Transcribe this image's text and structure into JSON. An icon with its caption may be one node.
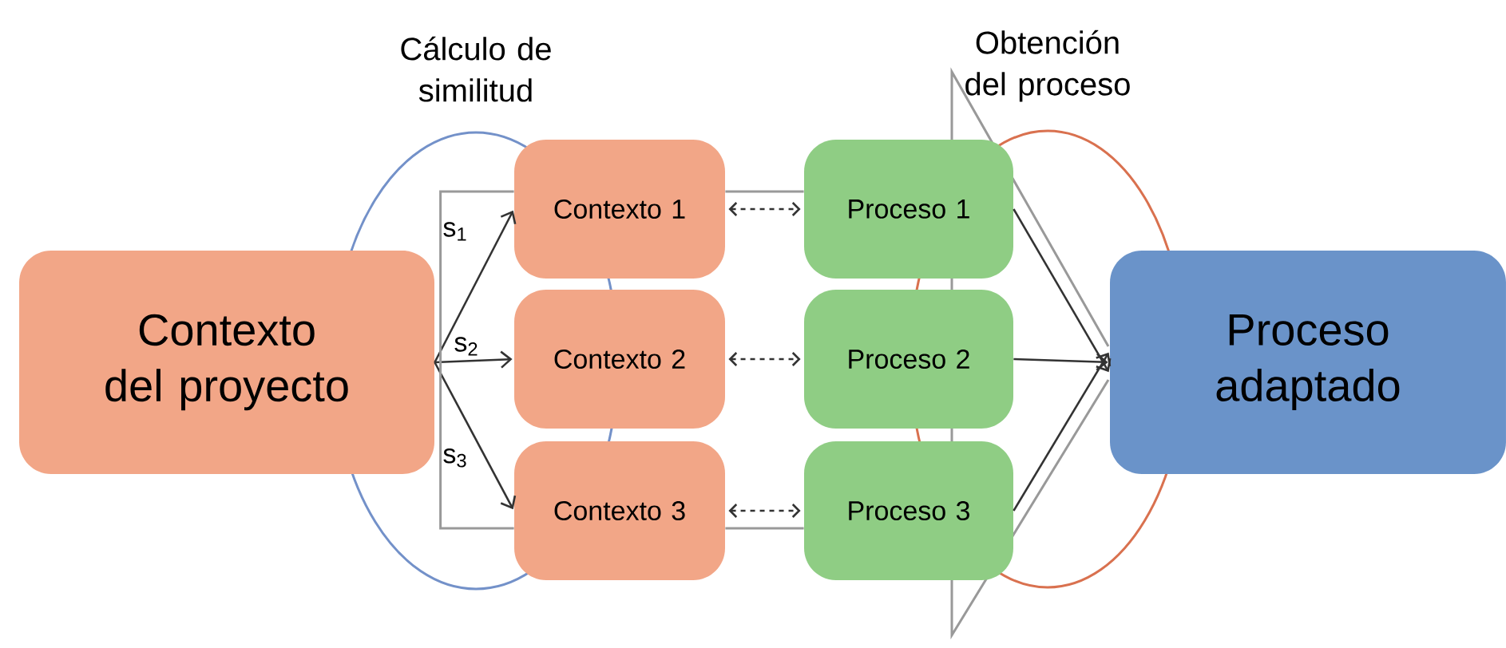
{
  "diagram": {
    "nodes": [
      {
        "text": [
          "Contexto del proyecto"
        ]
      },
      {
        "text": [
          "Contexto 1"
        ]
      },
      {
        "text": [
          "Contexto 2"
        ]
      },
      {
        "text": [
          "Contexto 3"
        ]
      },
      {
        "text": [
          "Proceso 1"
        ]
      },
      {
        "text": [
          "Proceso 2"
        ]
      },
      {
        "text": [
          "Proceso 3"
        ]
      },
      {
        "text": [
          "Proceso adaptado"
        ]
      }
    ],
    "edges": [
      {
        "from": 0,
        "to": 1,
        "arrow": "to",
        "label": "s$_{1}$"
      },
      {
        "from": 0,
        "to": 2,
        "arrow": "to",
        "label": "s$_{2}$"
      },
      {
        "from": 0,
        "to": 3,
        "arrow": "to",
        "label": "s$_{3}$"
      },
      {
        "from": 1,
        "to": 4,
        "arrow": "both",
        "style": "dashed"
      },
      {
        "from": 2,
        "to": 5,
        "arrow": "both",
        "style": "dashed"
      },
      {
        "from": 3,
        "to": 6,
        "arrow": "both",
        "style": "dashed"
      },
      {
        "from": 4,
        "to": 7,
        "arrow": "to"
      },
      {
        "from": 5,
        "to": 7,
        "arrow": "to"
      },
      {
        "from": 6,
        "to": 7,
        "arrow": "to"
      },
      {
        "from": 1,
        "to": 4,
        "arrow": "none",
        "color": "#999999"
      },
      {
        "from": 3,
        "to": 6,
        "arrow": "none",
        "color": "#999999"
      },
      {
        "from": 1,
        "to": 3,
        "arrow": "none",
        "color": "#999999"
      }
    ],
    "labels": [
      "Cálculo de similitud",
      "Obtención del proceso"
    ]
  }
}
